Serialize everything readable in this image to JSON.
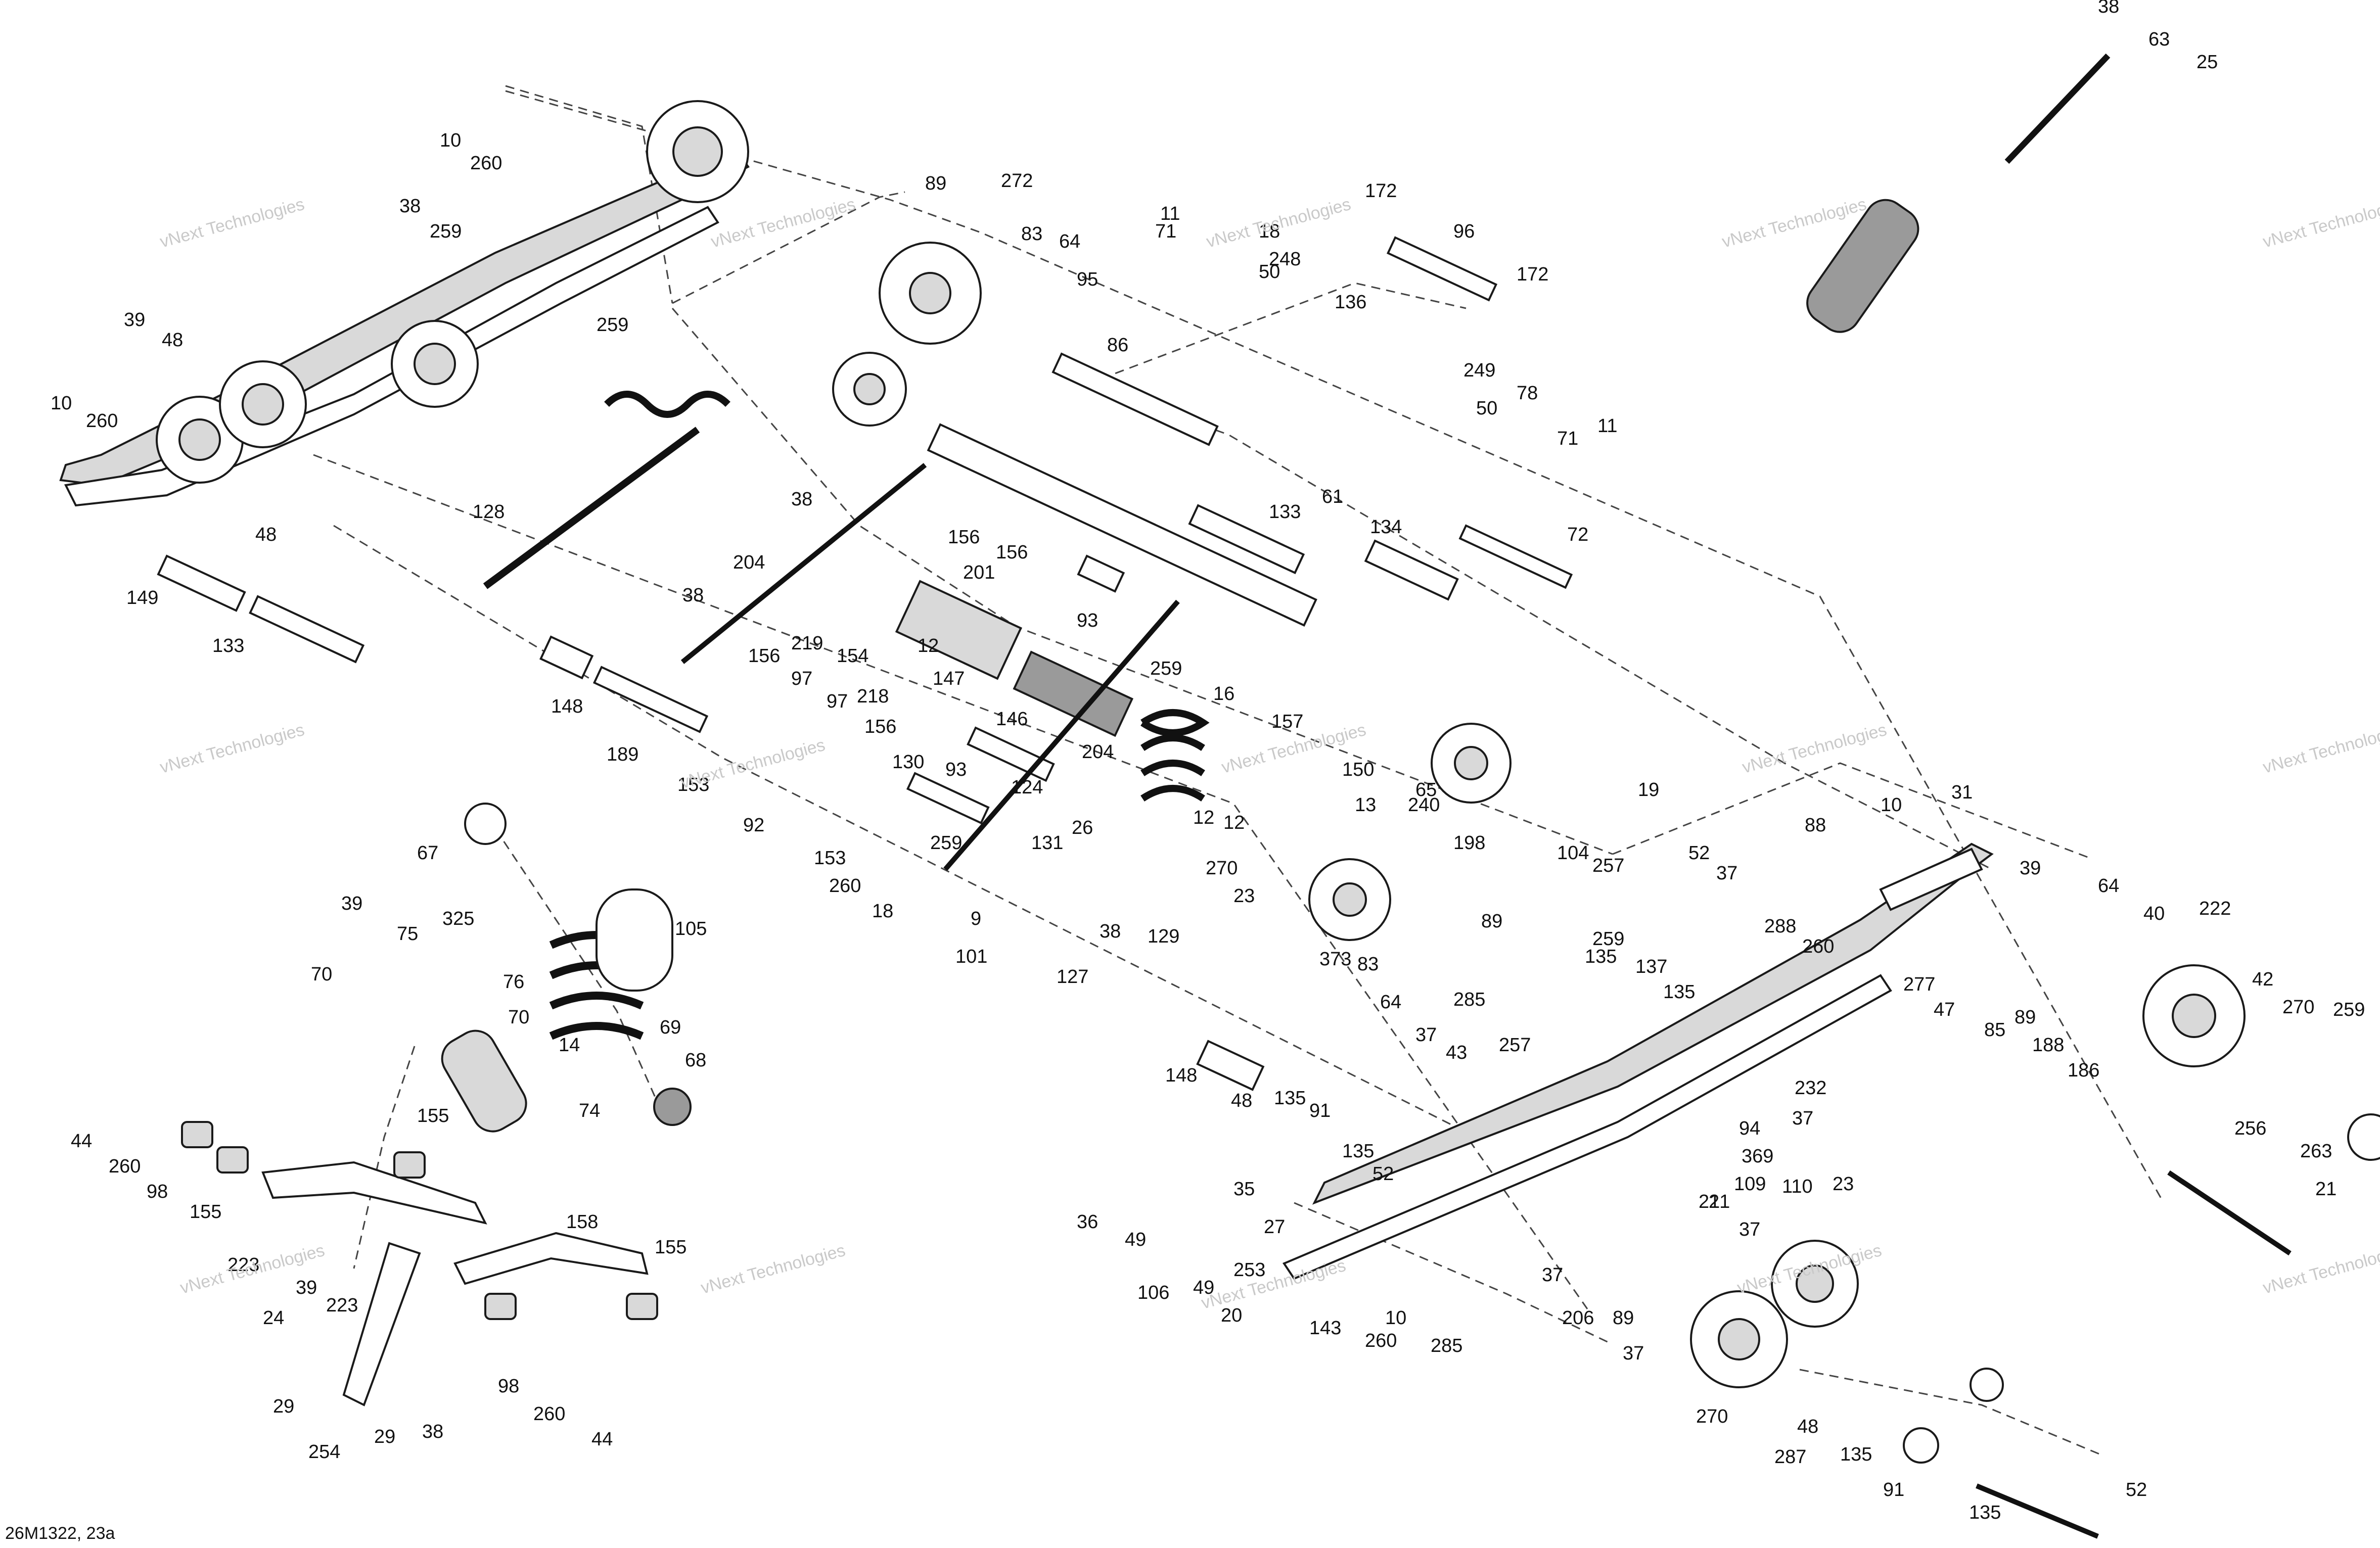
{
  "reference_code": "26M1322, 23a",
  "watermark": "vNext Technologies",
  "labels": [
    "38",
    "63",
    "25",
    "10",
    "260",
    "38",
    "259",
    "259",
    "39",
    "48",
    "10",
    "260",
    "48",
    "149",
    "133",
    "128",
    "89",
    "272",
    "83",
    "64",
    "95",
    "86",
    "11",
    "71",
    "18",
    "50",
    "248",
    "172",
    "96",
    "172",
    "136",
    "249",
    "50",
    "78",
    "71",
    "11",
    "61",
    "38",
    "156",
    "201",
    "156",
    "133",
    "134",
    "72",
    "204",
    "38",
    "93",
    "259",
    "16",
    "157",
    "12",
    "147",
    "146",
    "156",
    "219",
    "154",
    "97",
    "218",
    "97",
    "156",
    "130",
    "204",
    "153",
    "92",
    "153",
    "189",
    "148",
    "124",
    "93",
    "26",
    "131",
    "259",
    "12",
    "260",
    "18",
    "9",
    "101",
    "127",
    "38",
    "129",
    "150",
    "13",
    "65",
    "240",
    "198",
    "104",
    "257",
    "19",
    "12",
    "23",
    "270",
    "373",
    "83",
    "64",
    "89",
    "285",
    "37",
    "43",
    "257",
    "67",
    "39",
    "75",
    "325",
    "70",
    "70",
    "14",
    "105",
    "76",
    "69",
    "68",
    "74",
    "44",
    "260",
    "98",
    "155",
    "155",
    "158",
    "223",
    "39",
    "223",
    "24",
    "29",
    "29",
    "38",
    "254",
    "155",
    "98",
    "260",
    "44",
    "148",
    "48",
    "135",
    "91",
    "135",
    "52",
    "36",
    "49",
    "49",
    "106",
    "20",
    "253",
    "35",
    "27",
    "143",
    "260",
    "10",
    "285",
    "37",
    "206",
    "89",
    "37",
    "21",
    "37",
    "21",
    "37",
    "94",
    "232",
    "369",
    "109",
    "110",
    "23",
    "270",
    "48",
    "287",
    "135",
    "91",
    "135",
    "52",
    "259",
    "135",
    "137",
    "135",
    "52",
    "37",
    "88",
    "288",
    "260",
    "10",
    "31",
    "39",
    "277",
    "47",
    "85",
    "89",
    "188",
    "186",
    "64",
    "40",
    "222",
    "42",
    "270",
    "259",
    "256",
    "263",
    "21"
  ]
}
